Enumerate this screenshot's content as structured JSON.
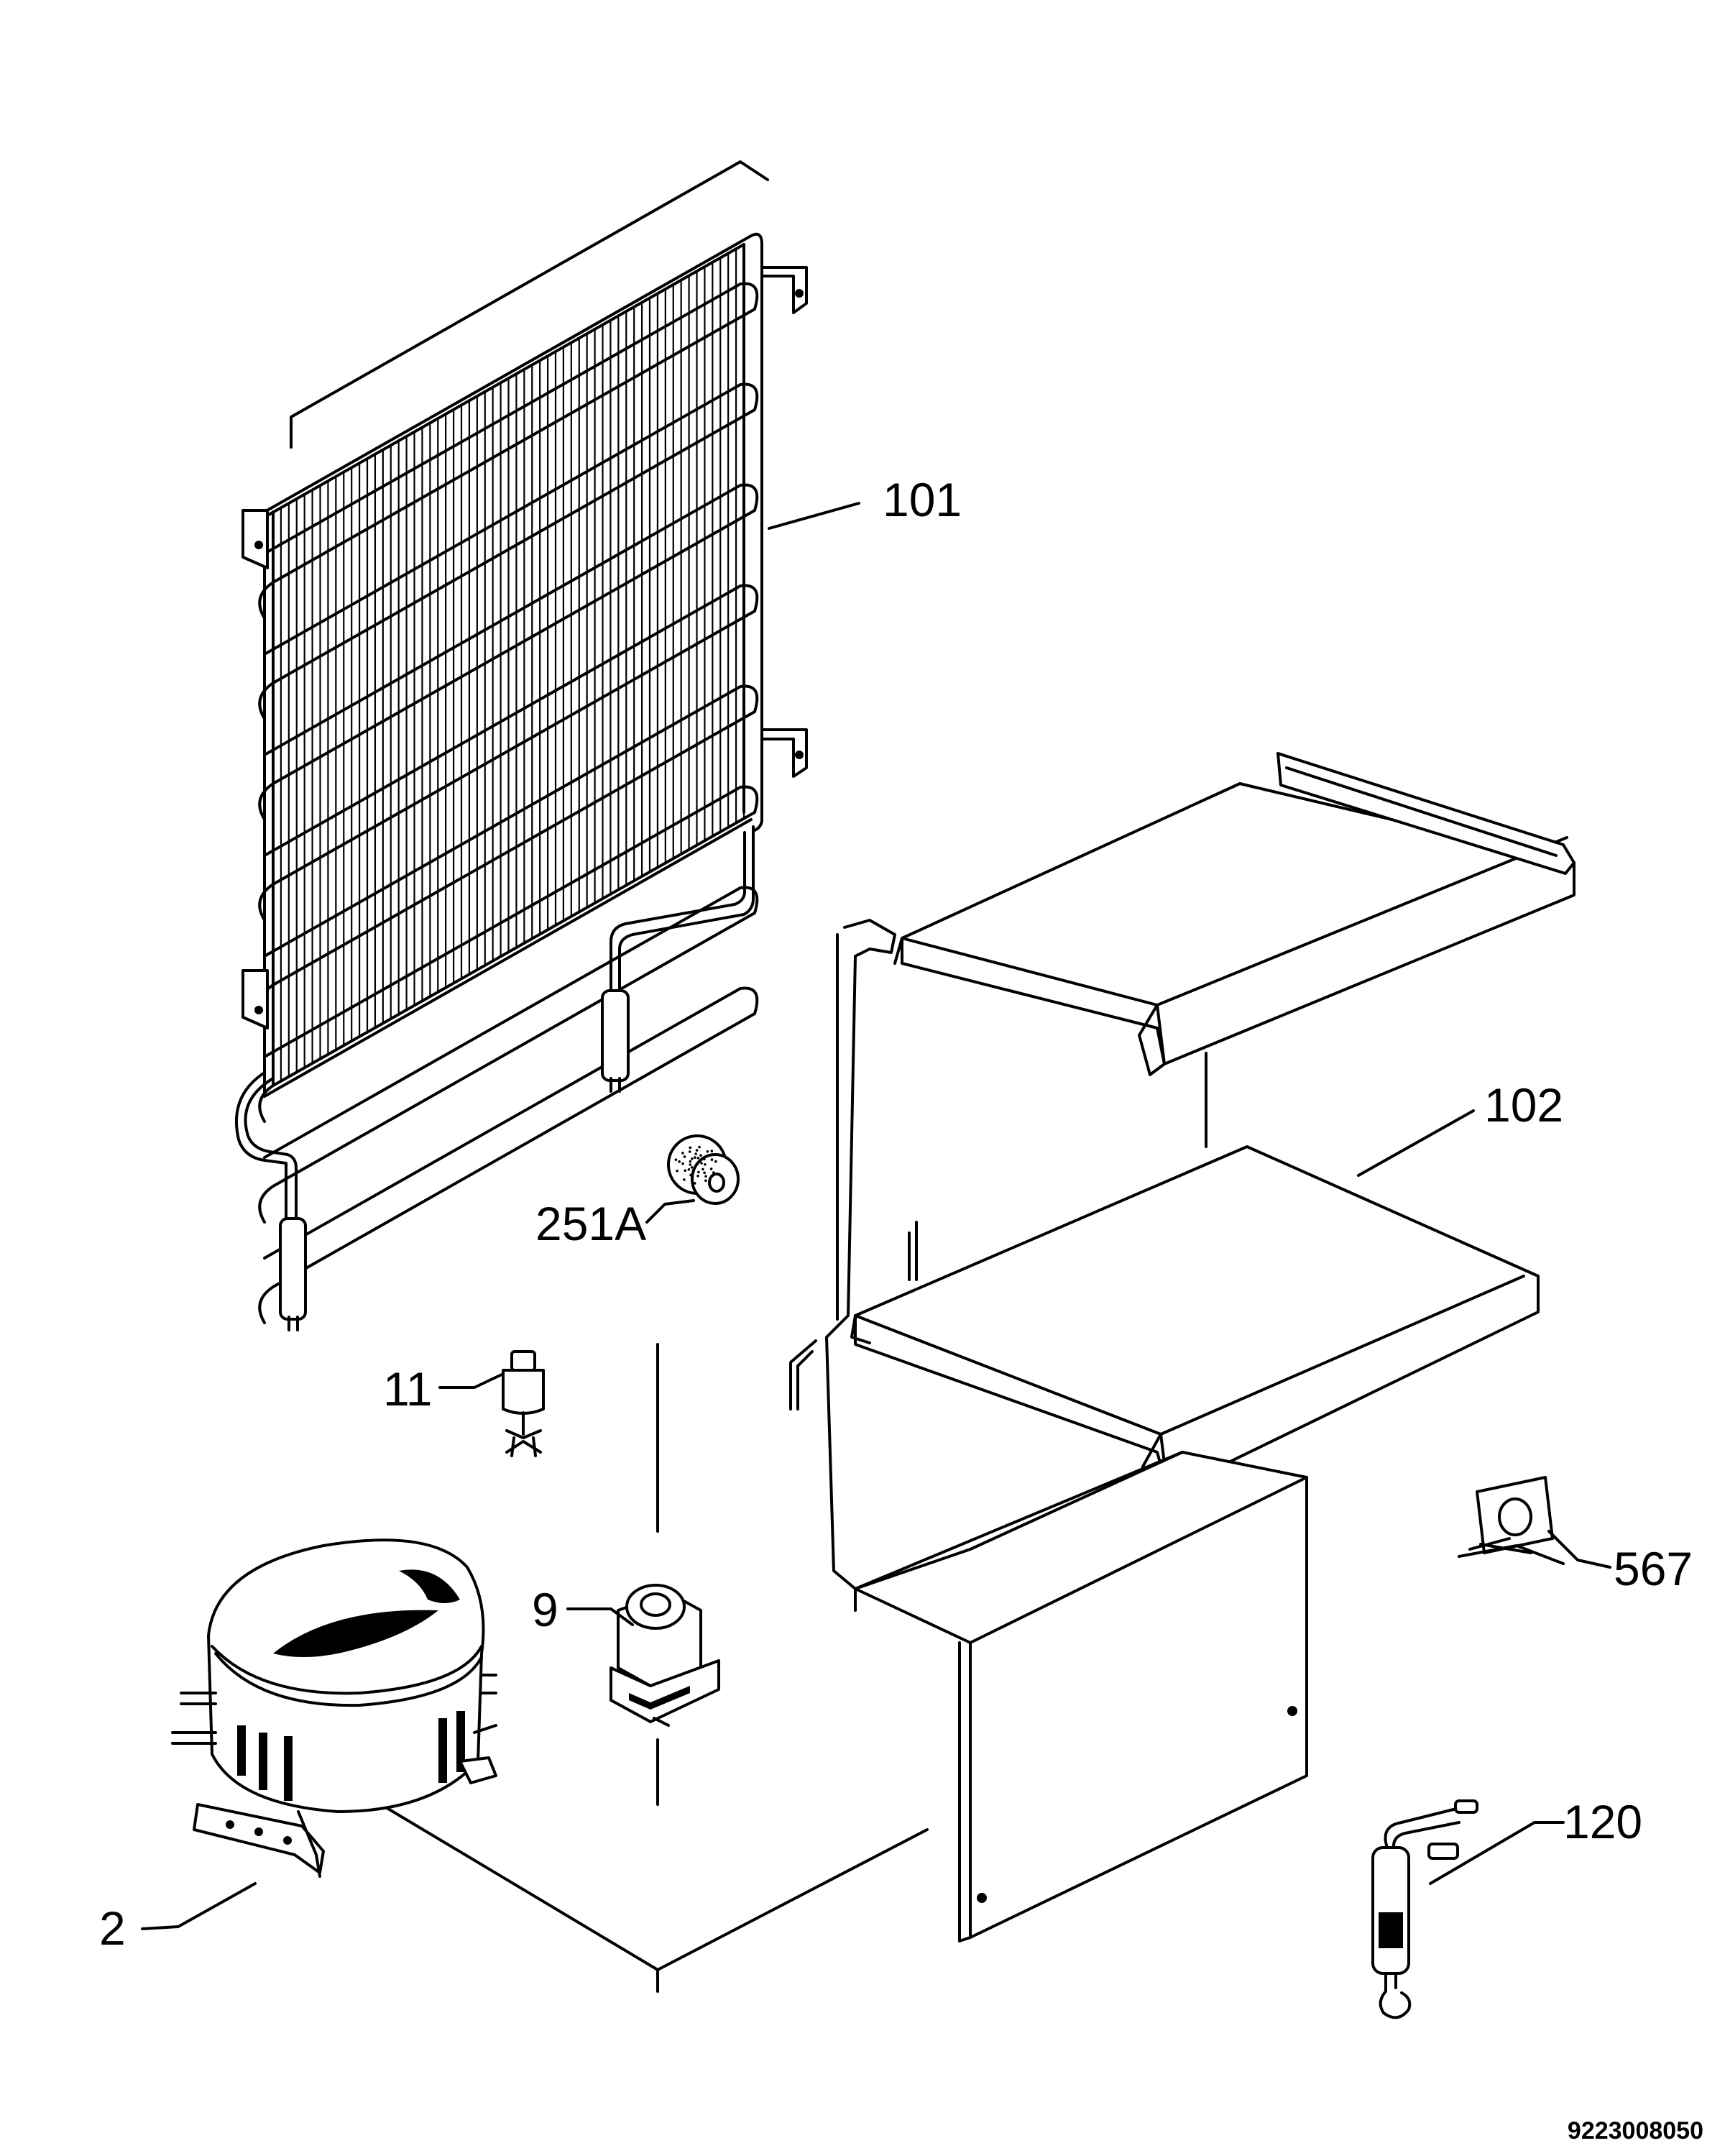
{
  "labels": {
    "condenser": "101",
    "shelf_frame": "102",
    "grommet": "251A",
    "valve": "11",
    "compressor": "2",
    "relay": "9",
    "clip": "567",
    "dryer": "120"
  },
  "drawing_code": "9223008050",
  "colors": {
    "line": "#000000",
    "background": "#ffffff"
  }
}
